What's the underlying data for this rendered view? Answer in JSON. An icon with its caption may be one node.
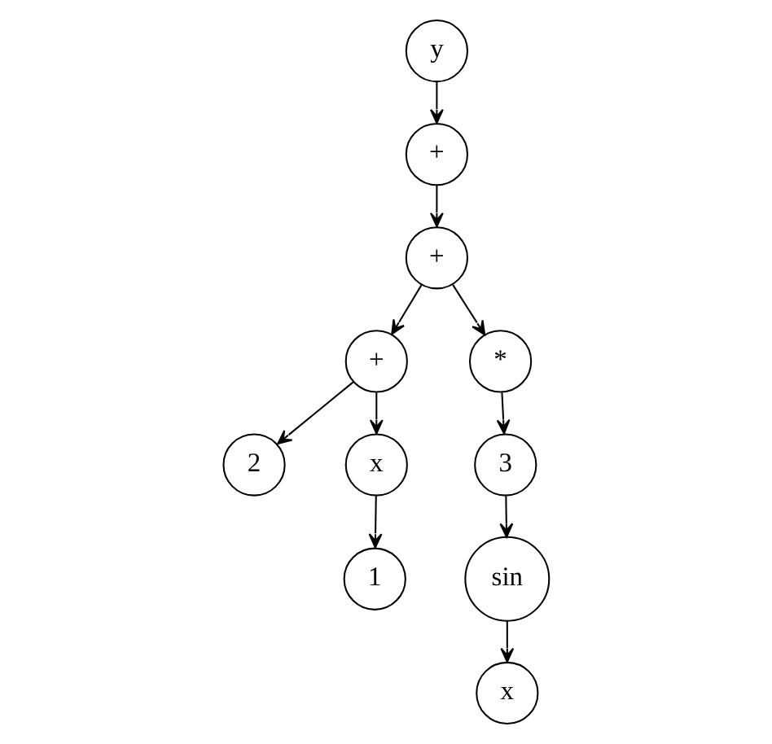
{
  "diagram": {
    "nodes": [
      {
        "text": [
          "y"
        ]
      },
      {
        "text": [
          "+"
        ]
      },
      {
        "text": [
          "+"
        ]
      },
      {
        "text": [
          "+"
        ]
      },
      {
        "text": [
          "*"
        ]
      },
      {
        "text": [
          "2"
        ]
      },
      {
        "text": [
          "x"
        ]
      },
      {
        "text": [
          "3"
        ]
      },
      {
        "text": [
          "sin"
        ]
      },
      {
        "text": [
          "1"
        ]
      },
      {
        "text": [
          "x"
        ]
      }
    ],
    "edges": [
      {
        "from": 0,
        "to": 1,
        "arrow": "to"
      },
      {
        "from": 1,
        "to": 2,
        "arrow": "to"
      },
      {
        "from": 2,
        "to": 3,
        "arrow": "to"
      },
      {
        "from": 2,
        "to": 4,
        "arrow": "to"
      },
      {
        "from": 3,
        "to": 6,
        "arrow": "to"
      },
      {
        "from": 3,
        "to": 5,
        "arrow": "to"
      },
      {
        "from": 6,
        "to": 9,
        "arrow": "to"
      },
      {
        "from": 4,
        "to": 7,
        "arrow": "to"
      },
      {
        "from": 7,
        "to": 8,
        "arrow": "to"
      },
      {
        "from": 8,
        "to": 10,
        "arrow": "to"
      }
    ]
  }
}
